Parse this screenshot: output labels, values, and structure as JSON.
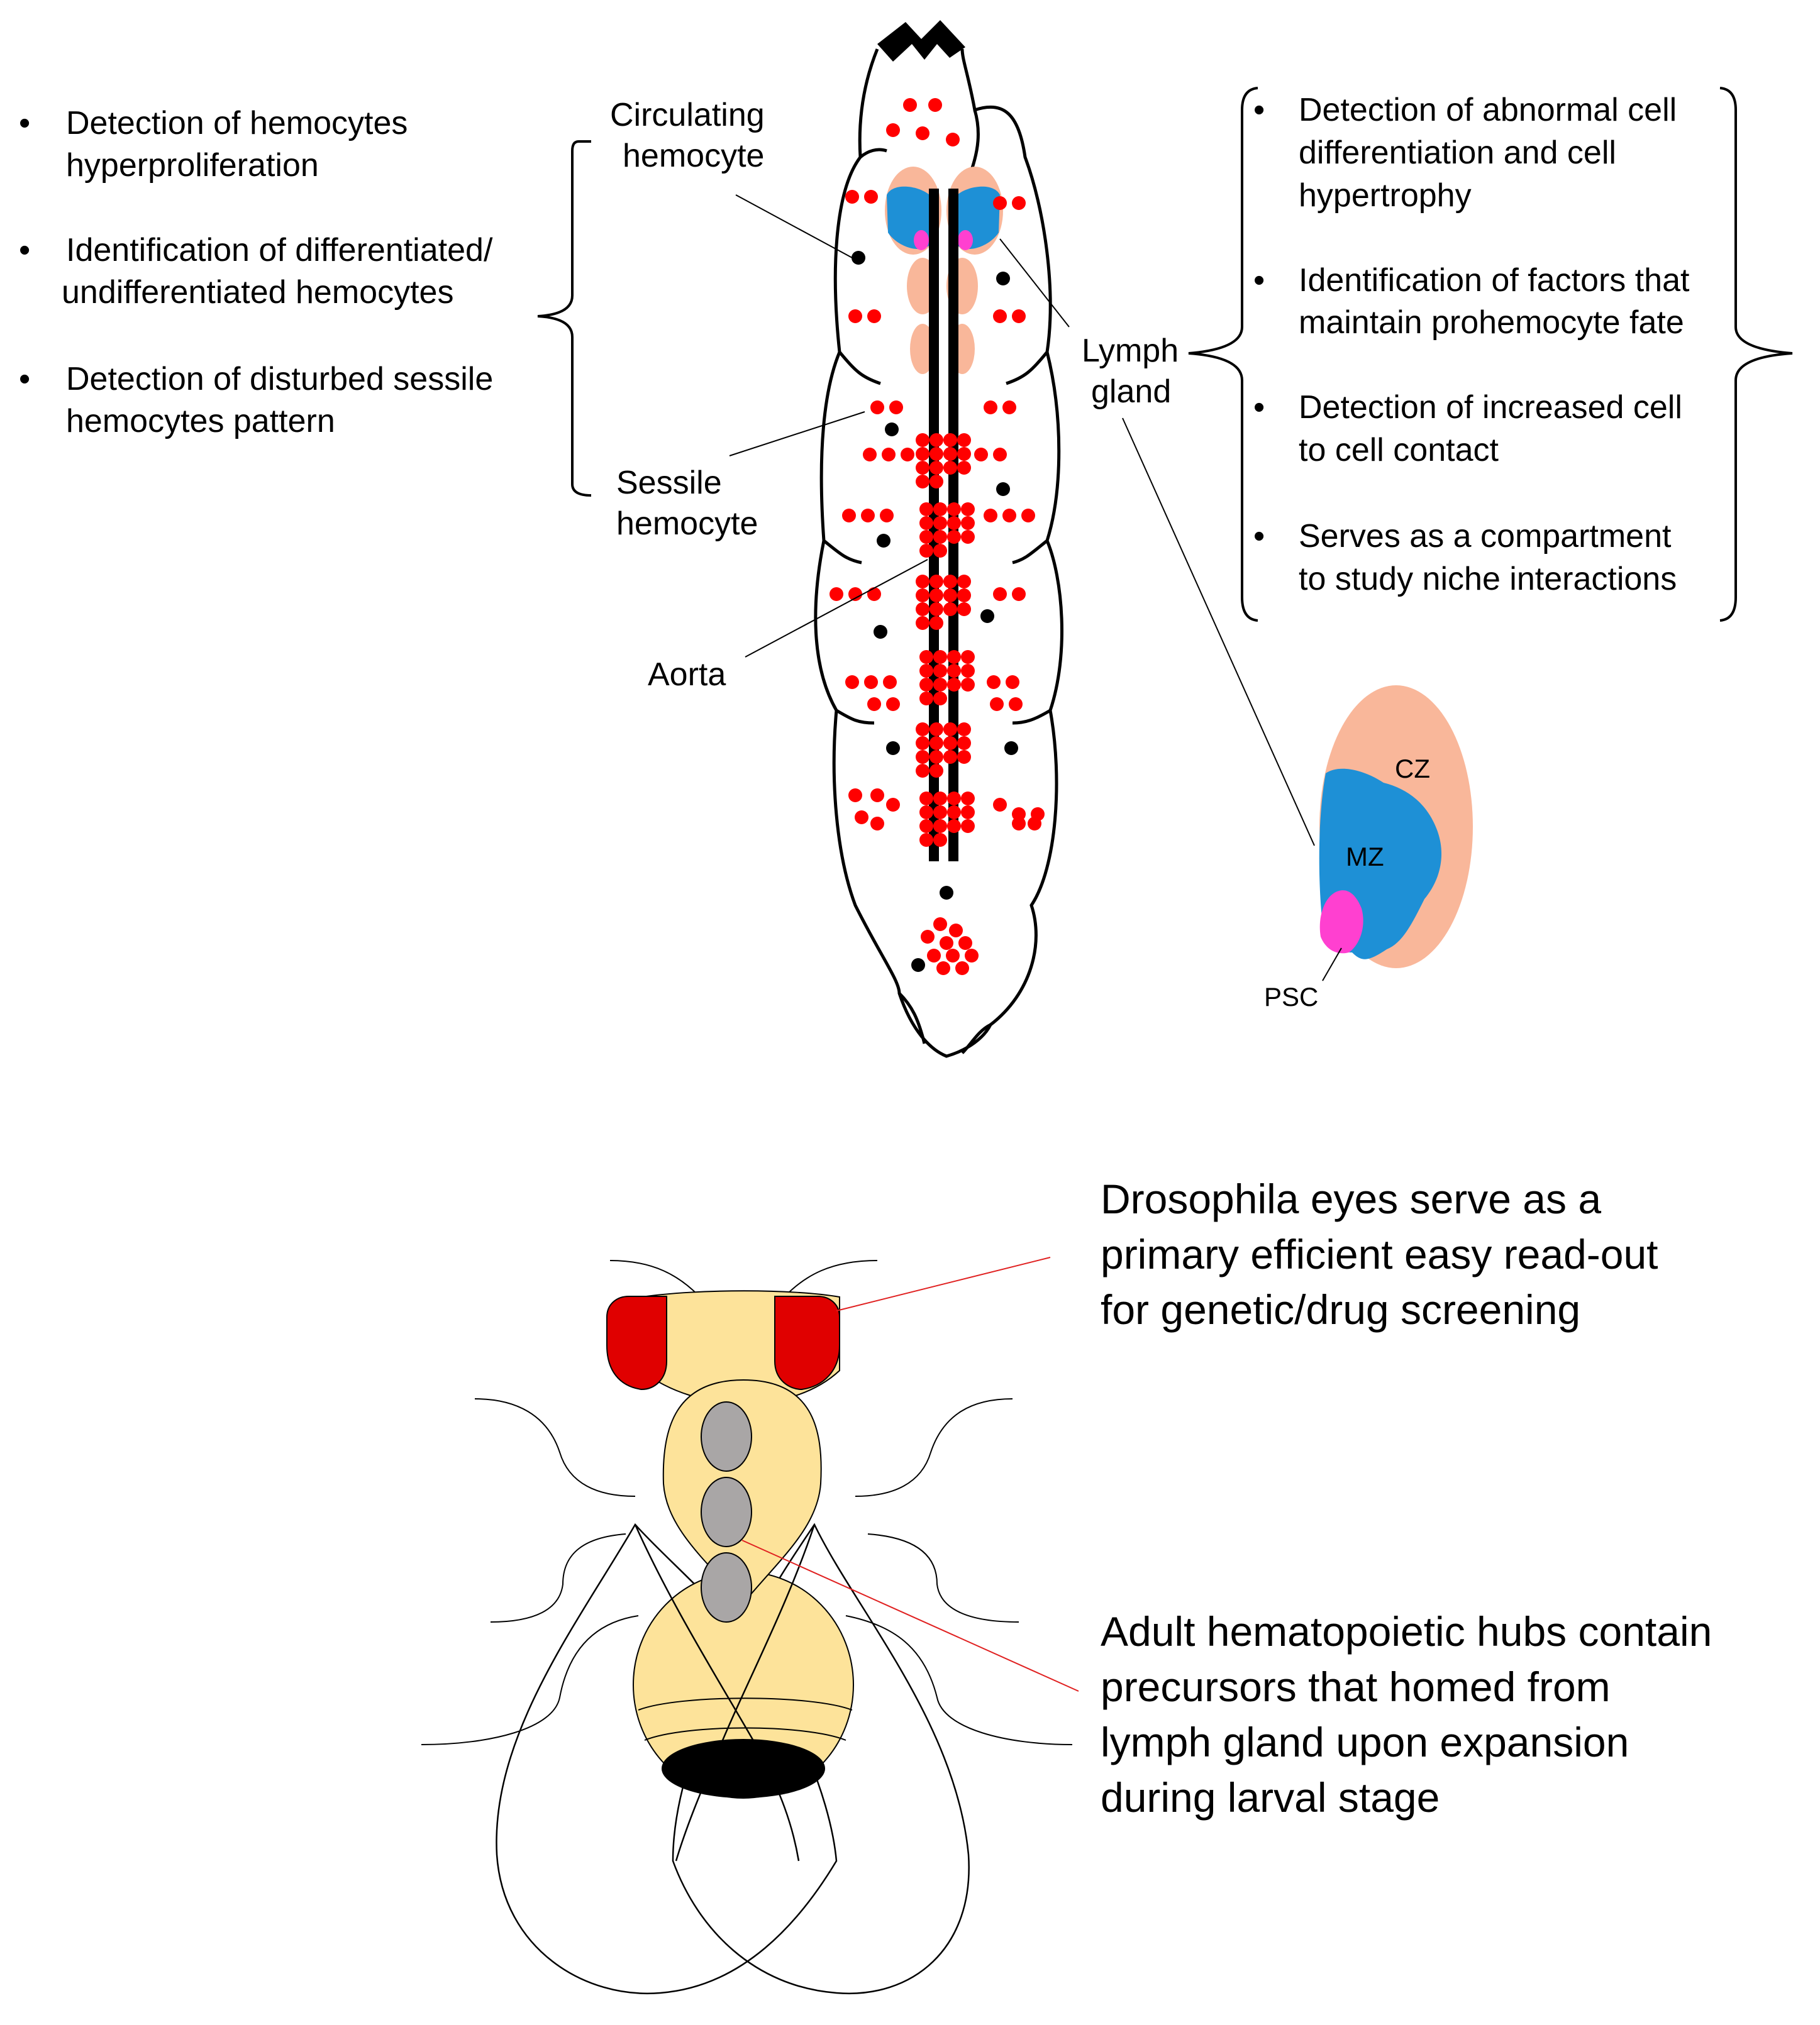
{
  "colors": {
    "hemocyte_red": "#ff0000",
    "black_cell": "#000000",
    "cortical_zone": "#f9b79a",
    "medullary_zone": "#1e90d6",
    "psc": "#ff40d0",
    "fly_body": "#fde39a",
    "fly_eye": "#e00000",
    "fly_spot": "#a9a6a6",
    "pointer_red": "#e02020"
  },
  "left_panel": {
    "bullet": "•",
    "items": [
      [
        "Detection of hemocytes",
        "hyperproliferation"
      ],
      [
        "Identification of differentiated/",
        "undifferentiated hemocytes"
      ],
      [
        "Detection of disturbed sessile",
        "hemocytes pattern"
      ]
    ]
  },
  "right_panel": {
    "bullet": "•",
    "items": [
      [
        "Detection of abnormal cell",
        "differentiation and cell",
        "hypertrophy"
      ],
      [
        "Identification of factors that",
        "maintain prohemocyte fate"
      ],
      [
        "Detection of increased cell",
        "to cell contact"
      ],
      [
        "Serves as a compartment",
        "to study niche interactions"
      ]
    ]
  },
  "larva_labels": {
    "circulating": [
      "Circulating",
      "hemocyte"
    ],
    "sessile": [
      "Sessile",
      "hemocyte"
    ],
    "aorta": "Aorta",
    "lymph_gland": [
      "Lymph",
      "gland"
    ]
  },
  "lymph_gland_zones": {
    "cz": "CZ",
    "mz": "MZ",
    "psc": "PSC"
  },
  "adult_labels": {
    "eyes": [
      "Drosophila eyes serve as a",
      "primary efficient easy read-out",
      "for genetic/drug screening"
    ],
    "hubs": [
      "Adult hematopoietic hubs contain",
      "precursors that homed from",
      "lymph gland upon expansion",
      "during larval stage"
    ]
  }
}
